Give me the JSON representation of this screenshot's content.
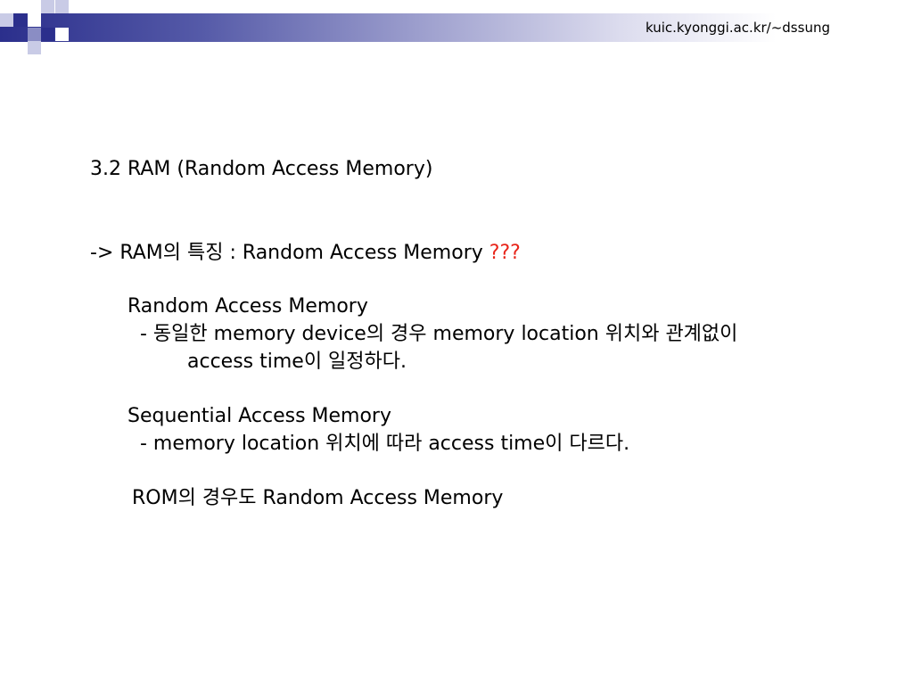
{
  "header": {
    "url": "kuic.kyonggi.ac.kr/~dssung",
    "accent_color": "#2b2f8c"
  },
  "slide": {
    "title": "3.2 RAM (Random Access Memory)",
    "arrow_line": {
      "prefix": "-> RAM의 특징 : Random Access Memory ",
      "emphasis": "???",
      "emphasis_color": "#e8251a"
    },
    "ram_heading": "Random Access Memory",
    "ram_desc_1": "- 동일한 memory device의 경우 memory location 위치와 관계없이",
    "ram_desc_2": "access time이 일정하다.",
    "sam_heading": "Sequential Access Memory",
    "sam_desc": "- memory location 위치에 따라 access time이 다르다.",
    "rom_note": "ROM의 경우도 Random Access Memory"
  }
}
